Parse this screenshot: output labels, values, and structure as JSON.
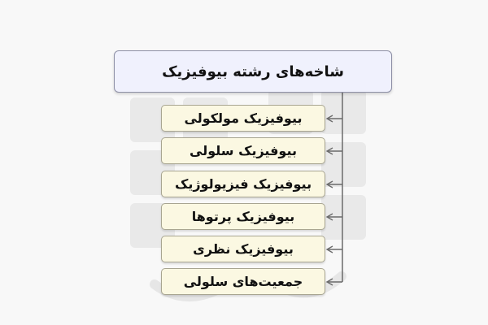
{
  "diagram": {
    "root": {
      "label": "شاخه‌های رشته بیوفیزیک"
    },
    "children": [
      {
        "label": "بیوفیزیک مولکولی"
      },
      {
        "label": "بیوفیزیک سلولی"
      },
      {
        "label": "بیوفیزیک فیزیولوژیک"
      },
      {
        "label": "بیوفیزیک پرتوها"
      },
      {
        "label": "بیوفیزیک نظری"
      },
      {
        "label": "جمعیت‌های سلولی"
      }
    ]
  },
  "colors": {
    "background": "#f8f8f8",
    "root_fill": "#f0f1fd",
    "child_fill": "#fbf8e2",
    "connector": "#6a6a6a"
  },
  "watermark_icon": "logo-watermark"
}
